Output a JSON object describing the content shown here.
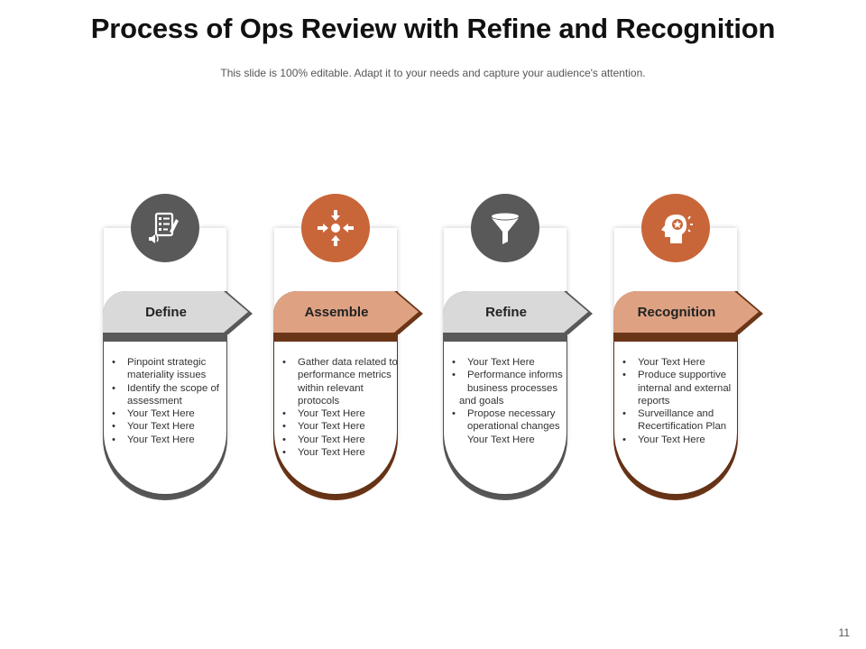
{
  "title": "Process of Ops Review with Refine and Recognition",
  "subtitle": "This slide is 100% editable. Adapt it to your needs and capture your audience's attention.",
  "page_number": "11",
  "colors": {
    "dark_gray": "#595959",
    "orange": "#c8663a",
    "brown": "#6b3518",
    "ribbon_gray": "#d9d9d9",
    "ribbon_orange": "#dea283"
  },
  "steps": [
    {
      "label": "Define",
      "icon": "checklist-icon",
      "bullets": [
        {
          "text": "Pinpoint strategic materiality issues",
          "bullet": true
        },
        {
          "text": "Identify the scope of assessment",
          "bullet": true
        },
        {
          "text": "Your Text Here",
          "bullet": true
        },
        {
          "text": "Your Text Here",
          "bullet": true
        },
        {
          "text": "Your Text Here",
          "bullet": true
        }
      ]
    },
    {
      "label": "Assemble",
      "icon": "converge-arrows-icon",
      "bullets": [
        {
          "text": "Gather data related to performance metrics within relevant protocols",
          "bullet": true
        },
        {
          "text": "Your Text Here",
          "bullet": true
        },
        {
          "text": "Your Text Here",
          "bullet": true
        },
        {
          "text": "Your Text Here",
          "bullet": true
        },
        {
          "text": "Your Text Here",
          "bullet": true
        }
      ]
    },
    {
      "label": "Refine",
      "icon": "funnel-icon",
      "bullets": [
        {
          "text": "Your Text Here",
          "bullet": true
        },
        {
          "text": "Performance informs business processes",
          "bullet": true
        },
        {
          "text": "and goals",
          "bullet": false
        },
        {
          "text": "Propose necessary operational changes",
          "bullet": true
        },
        {
          "text": "Your Text Here",
          "bullet": false
        }
      ]
    },
    {
      "label": "Recognition",
      "icon": "head-star-icon",
      "bullets": [
        {
          "text": "Your Text Here",
          "bullet": true
        },
        {
          "text": "Produce supportive internal and external reports",
          "bullet": true
        },
        {
          "text": "Surveillance and Recertification Plan",
          "bullet": true
        },
        {
          "text": "Your Text Here",
          "bullet": true
        }
      ]
    }
  ]
}
